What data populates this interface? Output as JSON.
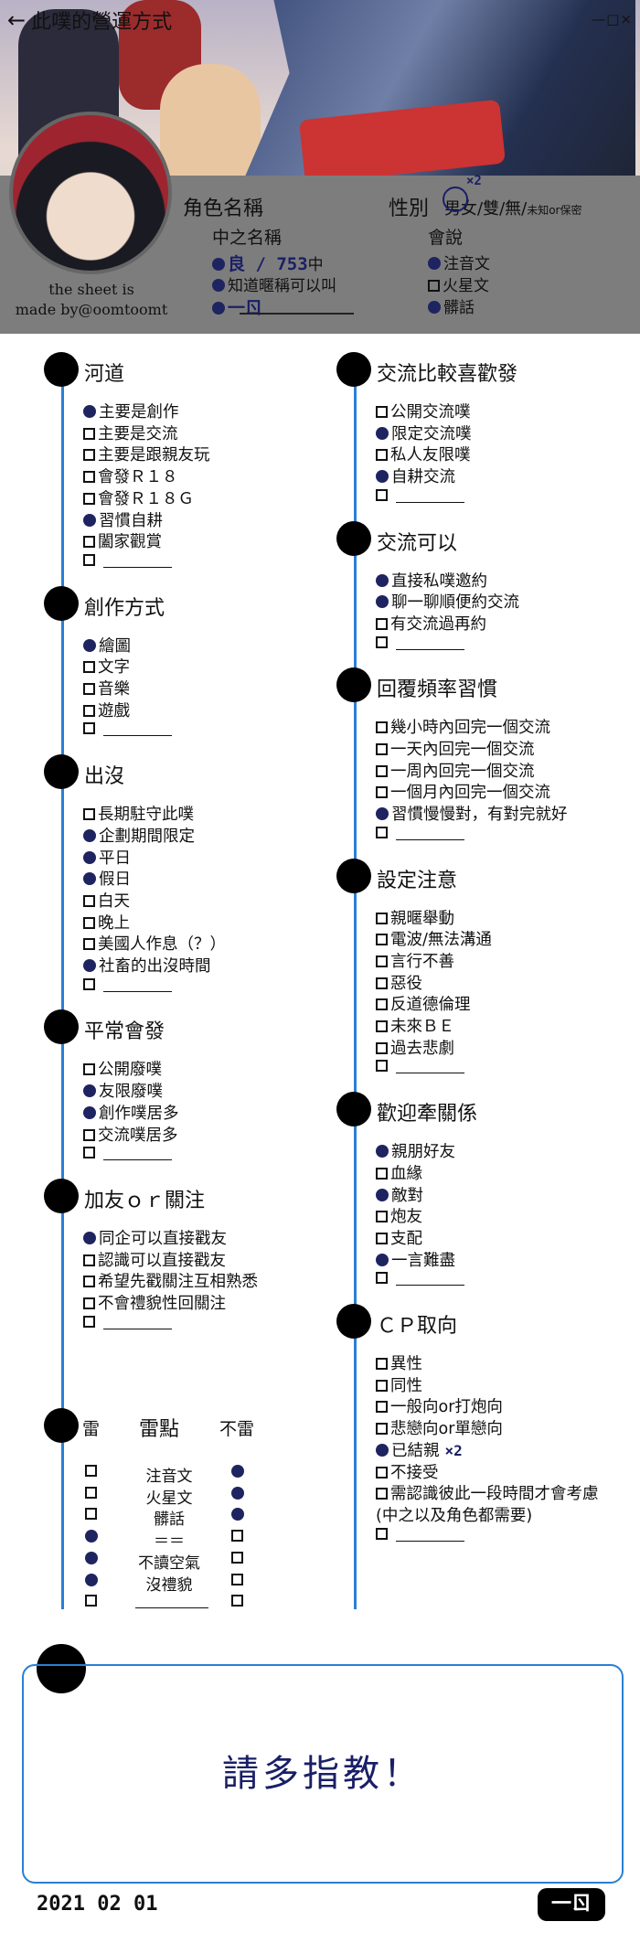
{
  "header": {
    "title": "此噗的營運方式",
    "window_controls": "—□×",
    "credit_line1": "the sheet is",
    "credit_line2": "made by@oomtoomt",
    "role_name_label": "角色名稱",
    "gender_label": "性別",
    "gender_options": "男女/雙/無/",
    "gender_small": "未知or保密",
    "gender_note": "×2",
    "middle_name_label": "中之名稱",
    "middle_name_value": "良 / 753",
    "middle_name_suffix": "中",
    "nickname_ok": "知道暱稱可以叫",
    "middle_name_extra": "一ㄖ",
    "speak_label": "會說",
    "speak_items": [
      "注音文",
      "火星文",
      "髒話"
    ]
  },
  "sections_left": [
    {
      "title": "河道",
      "items": [
        {
          "label": "主要是創作",
          "checked": true
        },
        {
          "label": "主要是交流",
          "checked": false
        },
        {
          "label": "主要是跟親友玩",
          "checked": false
        },
        {
          "label": "會發Ｒ１８",
          "checked": false
        },
        {
          "label": "會發Ｒ１８Ｇ",
          "checked": false
        },
        {
          "label": "習慣自耕",
          "checked": true
        },
        {
          "label": "闔家觀賞",
          "checked": false
        },
        {
          "label": "",
          "checked": false,
          "blank": true
        }
      ]
    },
    {
      "title": "創作方式",
      "items": [
        {
          "label": "繪圖",
          "checked": true
        },
        {
          "label": "文字",
          "checked": false
        },
        {
          "label": "音樂",
          "checked": false
        },
        {
          "label": "遊戲",
          "checked": false
        },
        {
          "label": "",
          "checked": false,
          "blank": true
        }
      ]
    },
    {
      "title": "出沒",
      "items": [
        {
          "label": "長期駐守此噗",
          "checked": false
        },
        {
          "label": "企劃期間限定",
          "checked": true
        },
        {
          "label": "平日",
          "checked": true
        },
        {
          "label": "假日",
          "checked": true
        },
        {
          "label": "白天",
          "checked": false
        },
        {
          "label": "晚上",
          "checked": false
        },
        {
          "label": "美國人作息（？）",
          "checked": false
        },
        {
          "label": "社畜的出沒時間",
          "checked": true
        },
        {
          "label": "",
          "checked": false,
          "blank": true
        }
      ]
    },
    {
      "title": "平常會發",
      "items": [
        {
          "label": "公開廢噗",
          "checked": false
        },
        {
          "label": "友限廢噗",
          "checked": true
        },
        {
          "label": "創作噗居多",
          "checked": true
        },
        {
          "label": "交流噗居多",
          "checked": false
        },
        {
          "label": "",
          "checked": false,
          "blank": true
        }
      ]
    },
    {
      "title": "加友ｏｒ關注",
      "items": [
        {
          "label": "同企可以直接戳友",
          "checked": true
        },
        {
          "label": "認識可以直接戳友",
          "checked": false
        },
        {
          "label": "希望先戳關注互相熟悉",
          "checked": false
        },
        {
          "label": "不會禮貌性回關注",
          "checked": false
        },
        {
          "label": "",
          "checked": false,
          "blank": true
        }
      ]
    }
  ],
  "mine_section": {
    "col_left": "雷",
    "title": "雷點",
    "col_right": "不雷",
    "rows": [
      {
        "label": "注音文",
        "mine": false,
        "notmine": true
      },
      {
        "label": "火星文",
        "mine": false,
        "notmine": true
      },
      {
        "label": "髒話",
        "mine": false,
        "notmine": true
      },
      {
        "label": "＝＝",
        "mine": true,
        "notmine": false
      },
      {
        "label": "不讀空氣",
        "mine": true,
        "notmine": false
      },
      {
        "label": "沒禮貌",
        "mine": true,
        "notmine": false
      },
      {
        "label": "",
        "mine": false,
        "notmine": false,
        "blank": true
      }
    ]
  },
  "sections_right": [
    {
      "title": "交流比較喜歡發",
      "items": [
        {
          "label": "公開交流噗",
          "checked": false
        },
        {
          "label": "限定交流噗",
          "checked": true
        },
        {
          "label": "私人友限噗",
          "checked": false
        },
        {
          "label": "自耕交流",
          "checked": true
        },
        {
          "label": "",
          "checked": false,
          "blank": true
        }
      ]
    },
    {
      "title": "交流可以",
      "items": [
        {
          "label": "直接私噗邀約",
          "checked": true
        },
        {
          "label": "聊一聊順便約交流",
          "checked": true
        },
        {
          "label": "有交流過再約",
          "checked": false
        },
        {
          "label": "",
          "checked": false,
          "blank": true
        }
      ]
    },
    {
      "title": "回覆頻率習慣",
      "items": [
        {
          "label": "幾小時內回完一個交流",
          "checked": false
        },
        {
          "label": "一天內回完一個交流",
          "checked": false
        },
        {
          "label": "一周內回完一個交流",
          "checked": false
        },
        {
          "label": "一個月內回完一個交流",
          "checked": false
        },
        {
          "label": "習慣慢慢對，有對完就好",
          "checked": true
        },
        {
          "label": "",
          "checked": false,
          "blank": true
        }
      ]
    },
    {
      "title": "設定注意",
      "items": [
        {
          "label": "親暱舉動",
          "checked": false
        },
        {
          "label": "電波/無法溝通",
          "checked": false
        },
        {
          "label": "言行不善",
          "checked": false
        },
        {
          "label": "惡役",
          "checked": false
        },
        {
          "label": "反道德倫理",
          "checked": false
        },
        {
          "label": "未來ＢＥ",
          "checked": false
        },
        {
          "label": "過去悲劇",
          "checked": false
        },
        {
          "label": "",
          "checked": false,
          "blank": true
        }
      ]
    },
    {
      "title": "歡迎牽關係",
      "items": [
        {
          "label": "親朋好友",
          "checked": true
        },
        {
          "label": "血緣",
          "checked": false
        },
        {
          "label": "敵對",
          "checked": true
        },
        {
          "label": "炮友",
          "checked": false
        },
        {
          "label": "支配",
          "checked": false
        },
        {
          "label": "一言難盡",
          "checked": true
        },
        {
          "label": "",
          "checked": false,
          "blank": true
        }
      ]
    },
    {
      "title": "ＣＰ取向",
      "items": [
        {
          "label": "異性",
          "checked": false
        },
        {
          "label": "同性",
          "checked": false
        },
        {
          "label": "一般向or打炮向",
          "checked": false
        },
        {
          "label": "悲戀向or單戀向",
          "checked": false
        },
        {
          "label": "已結親",
          "checked": true,
          "note": "×2"
        },
        {
          "label": "不接受",
          "checked": false
        },
        {
          "label": "需認識彼此一段時間才會考慮",
          "checked": false
        },
        {
          "label": "(中之以及角色都需要)",
          "checked": false,
          "plain": true
        },
        {
          "label": "",
          "checked": false,
          "blank": true
        }
      ]
    }
  ],
  "comment": {
    "text": "請多指教！"
  },
  "footer": {
    "date": "2021 02 01",
    "signature": "一ㄖ"
  },
  "colors": {
    "accent_line": "#2a7fd4",
    "marker_ink": "#1e2460"
  }
}
